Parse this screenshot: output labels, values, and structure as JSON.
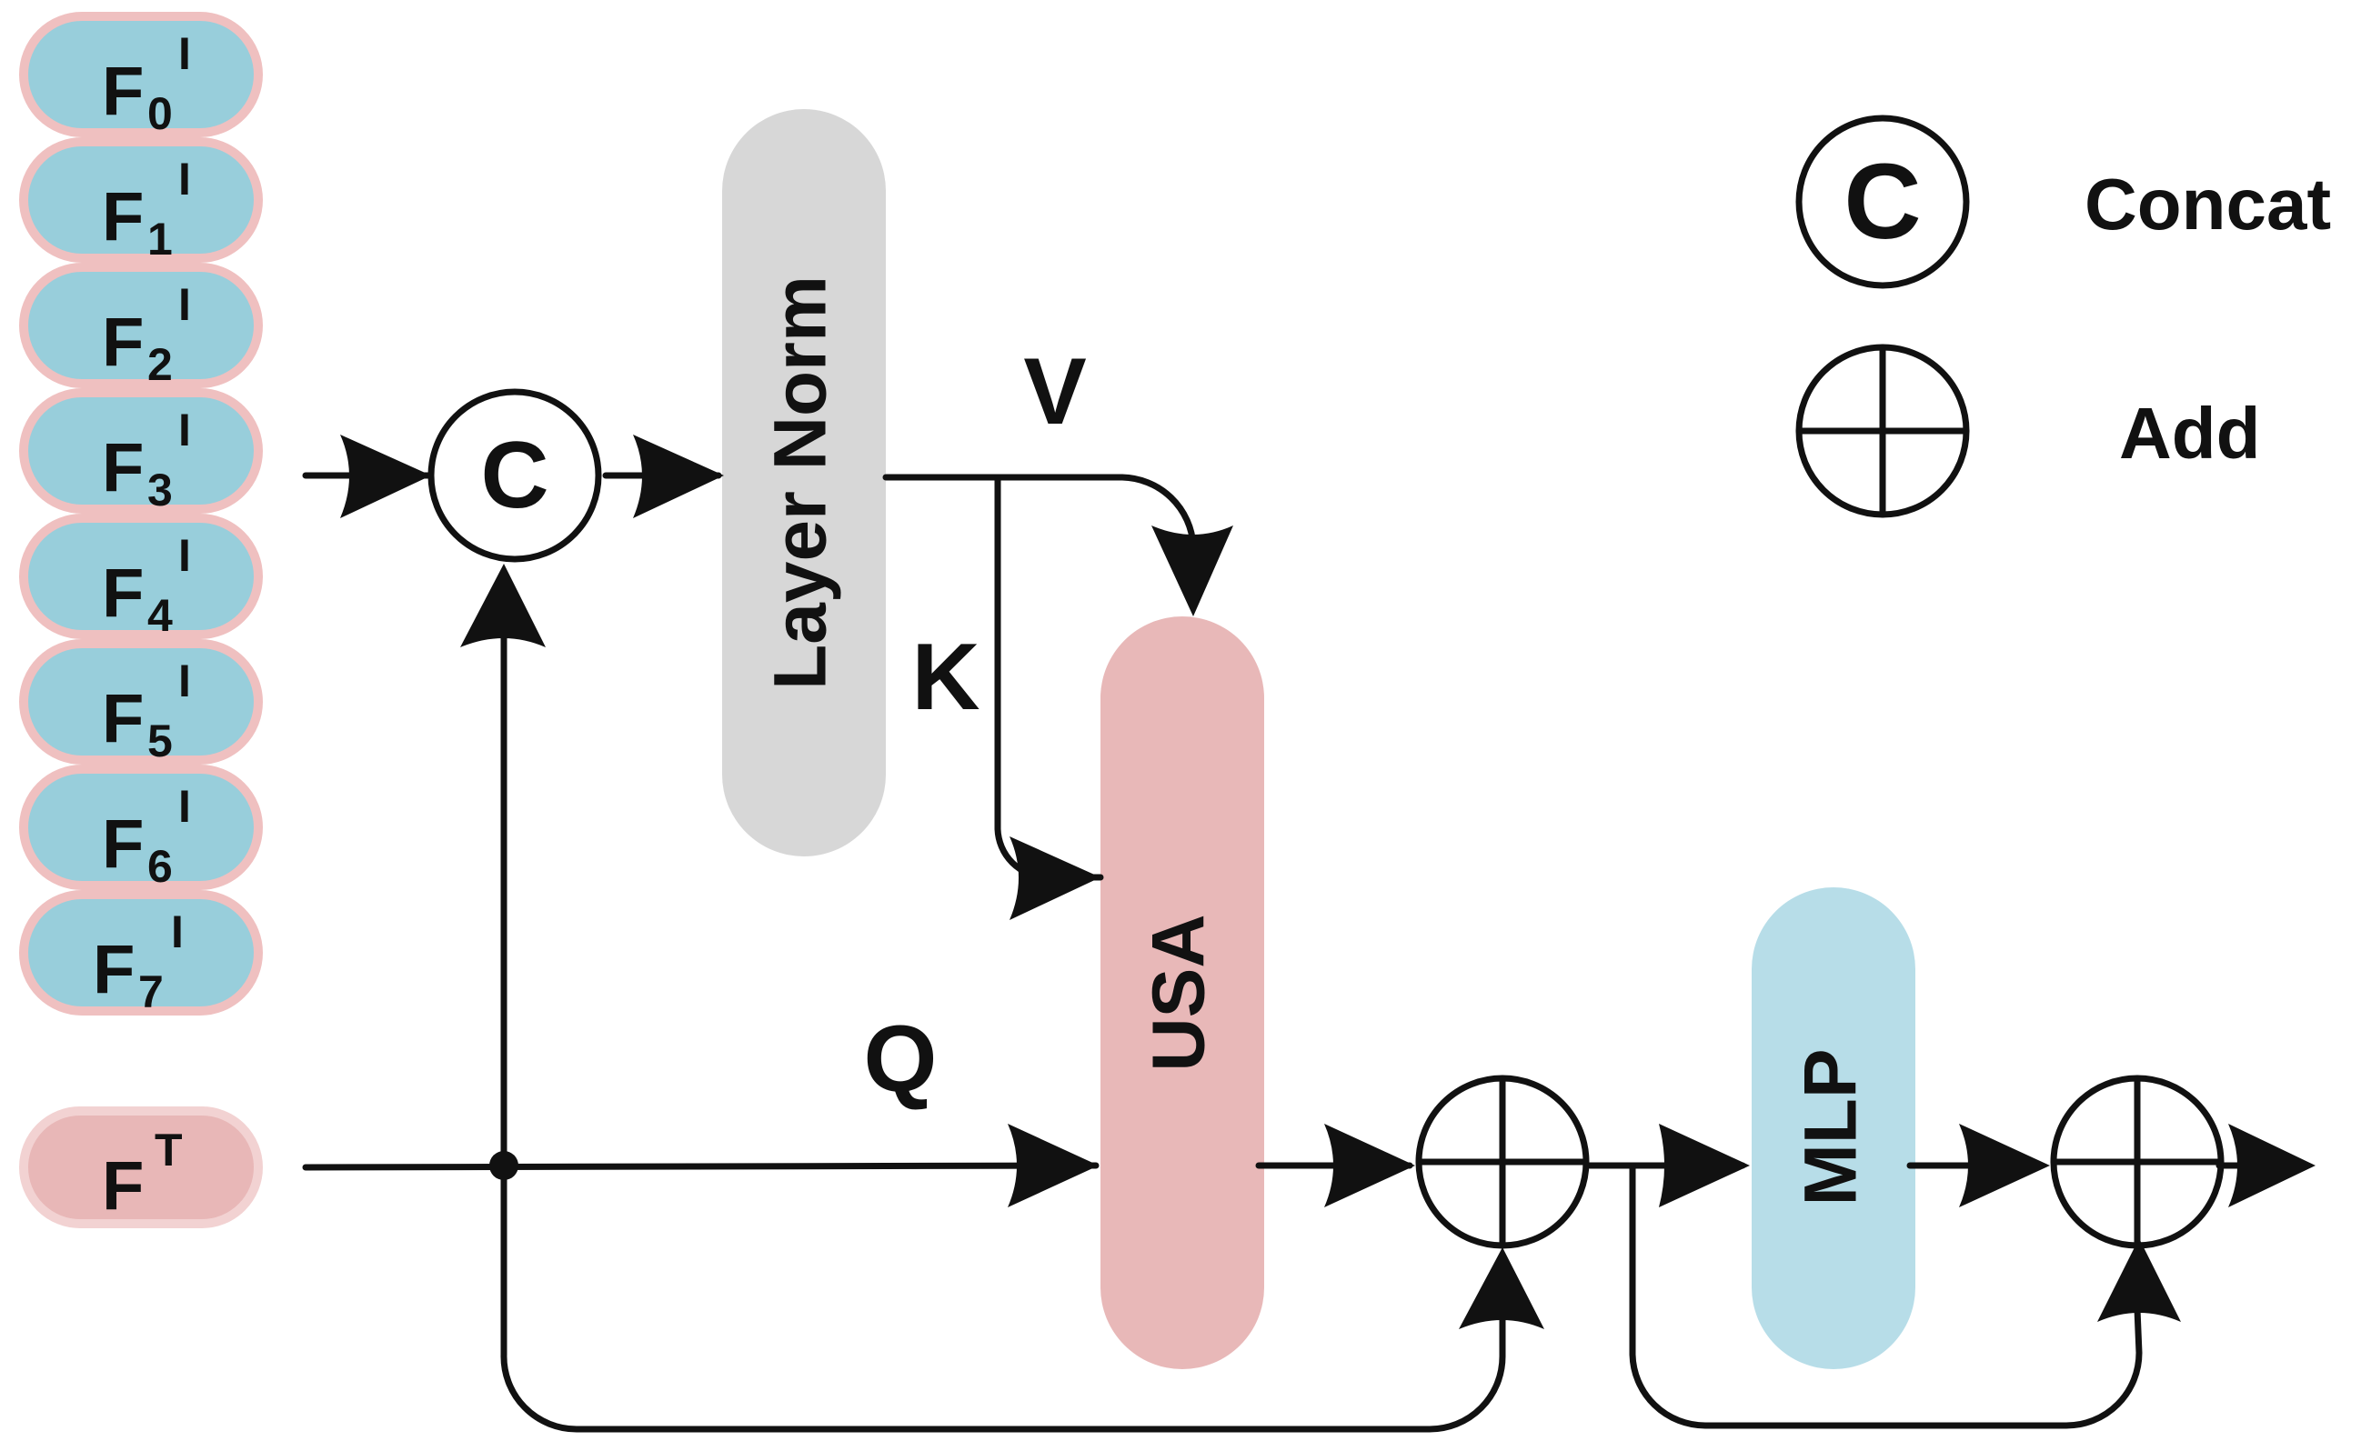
{
  "inputs": {
    "image_features": [
      {
        "base": "F",
        "sub": "0",
        "sup": "I"
      },
      {
        "base": "F",
        "sub": "1",
        "sup": "I"
      },
      {
        "base": "F",
        "sub": "2",
        "sup": "I"
      },
      {
        "base": "F",
        "sub": "3",
        "sup": "I"
      },
      {
        "base": "F",
        "sub": "4",
        "sup": "I"
      },
      {
        "base": "F",
        "sub": "5",
        "sup": "I"
      },
      {
        "base": "F",
        "sub": "6",
        "sup": "I"
      },
      {
        "base": "F",
        "sub": "7",
        "sup": "I"
      }
    ],
    "text_feature": {
      "base": "F",
      "sup": "T"
    }
  },
  "blocks": {
    "layer_norm": "Layer Norm",
    "usa": "USA",
    "mlp": "MLP"
  },
  "operators": {
    "concat_symbol": "C"
  },
  "edge_labels": {
    "v": "V",
    "k": "K",
    "q": "Q"
  },
  "legend": {
    "concat_symbol": "C",
    "concat_label": "Concat",
    "add_label": "Add"
  },
  "colors": {
    "image_feature_fill": "#98cedb",
    "image_feature_border": "#efc0c0",
    "text_feature_fill": "#e8b7b7",
    "text_feature_border": "#f2d2d2",
    "layer_norm_fill": "#d7d7d7",
    "usa_fill": "#e8b8b8",
    "mlp_fill": "#b7dde8",
    "line": "#111111"
  }
}
